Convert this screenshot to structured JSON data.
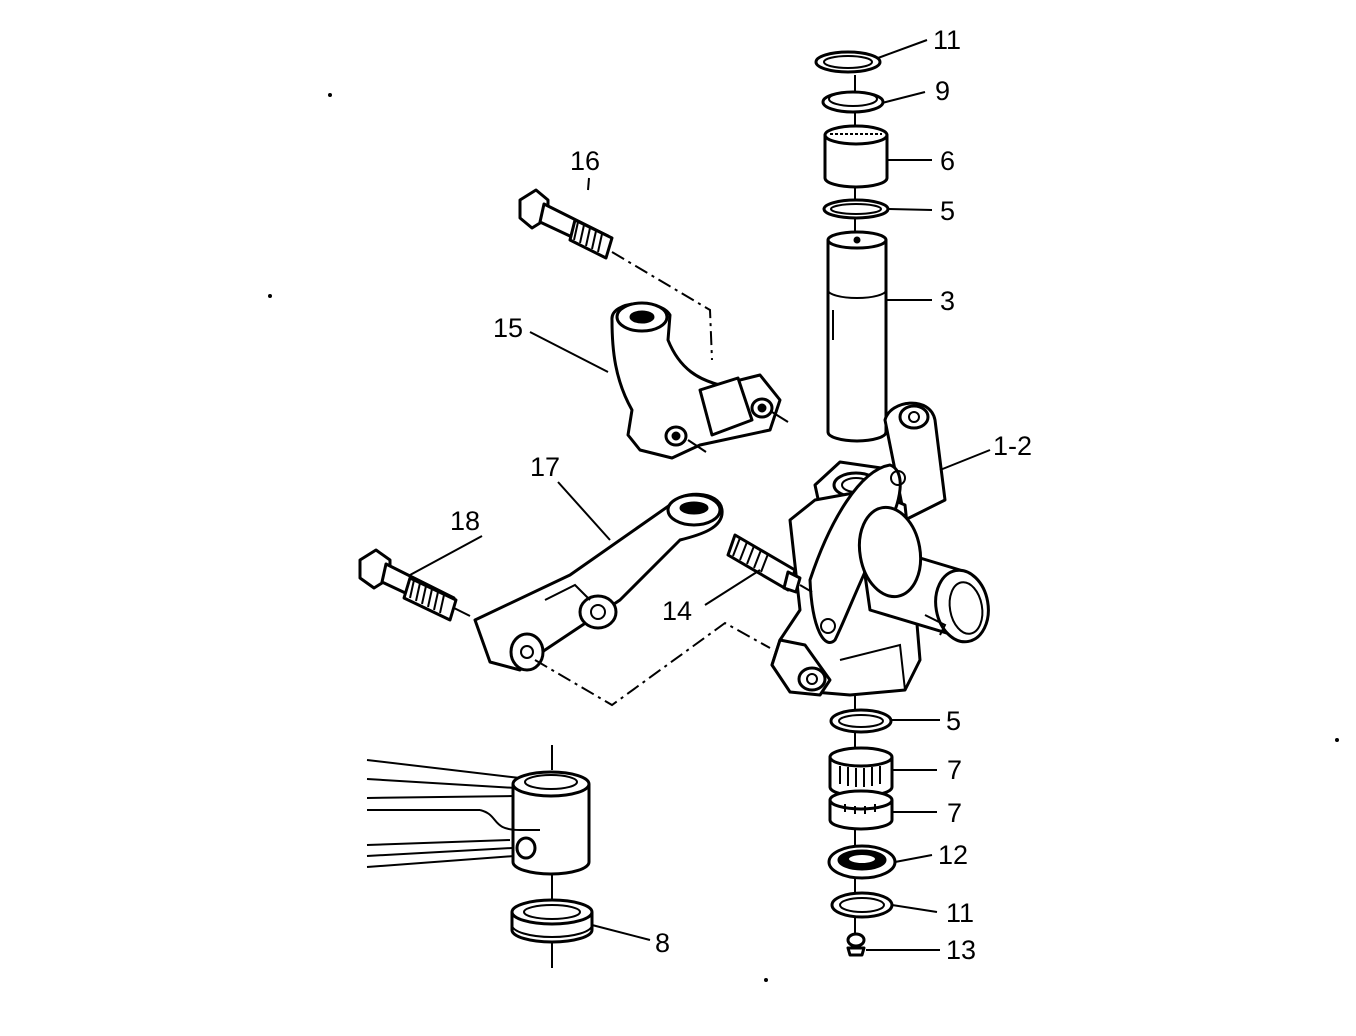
{
  "labels": {
    "p11_top": "11",
    "p9": "9",
    "p6": "6",
    "p5_top": "5",
    "p3": "3",
    "p1_2": "1-2",
    "p16": "16",
    "p15": "15",
    "p17": "17",
    "p18": "18",
    "p14": "14",
    "p5_bottom": "5",
    "p7_a": "7",
    "p7_b": "7",
    "p12": "12",
    "p11_bottom": "11",
    "p13": "13",
    "p8": "8"
  }
}
